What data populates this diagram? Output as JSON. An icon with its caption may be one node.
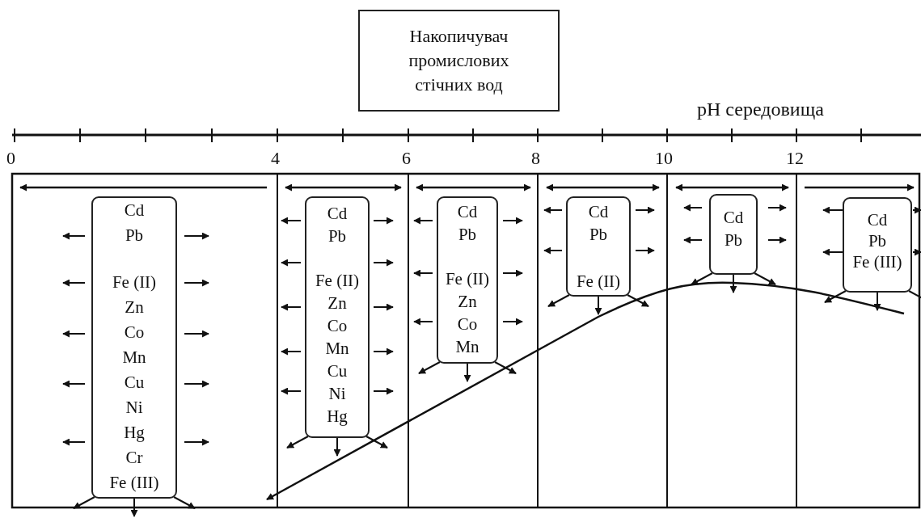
{
  "diagram": {
    "nodes": [
      {
        "text": [
          "Накопичувач промислових стічних вод"
        ]
      },
      {
        "text": [
          "Cd",
          "Pb",
          "Fe (II)",
          "Zn",
          "Co",
          "Mn",
          "Cu",
          "Ni",
          "Hg",
          "Cr",
          "Fe (III)"
        ]
      },
      {
        "text": [
          "Cd",
          "Pb",
          "Fe (II)",
          "Zn",
          "Co",
          "Mn",
          "Cu",
          "Ni",
          "Hg"
        ]
      },
      {
        "text": [
          "Cd",
          "Pb",
          "Fe (II)",
          "Zn",
          "Co",
          "Mn"
        ]
      },
      {
        "text": [
          "Cd",
          "Pb",
          "Fe (II)"
        ]
      },
      {
        "text": [
          "Cd",
          "Pb"
        ]
      },
      {
        "text": [
          "Cd",
          "Pb",
          "Fe (III)"
        ]
      }
    ],
    "edges": [
      {
        "from": 1,
        "to": null,
        "arrow": "to"
      },
      {
        "from": 2,
        "to": null,
        "arrow": "to"
      },
      {
        "from": 3,
        "to": null,
        "arrow": "to"
      },
      {
        "from": 4,
        "to": null,
        "arrow": "to"
      },
      {
        "from": 5,
        "to": null,
        "arrow": "to"
      },
      {
        "from": 6,
        "to": null,
        "arrow": "to"
      }
    ],
    "labels": [
      "pH середовища",
      "0",
      "4",
      "6",
      "8",
      "10",
      "12"
    ]
  }
}
